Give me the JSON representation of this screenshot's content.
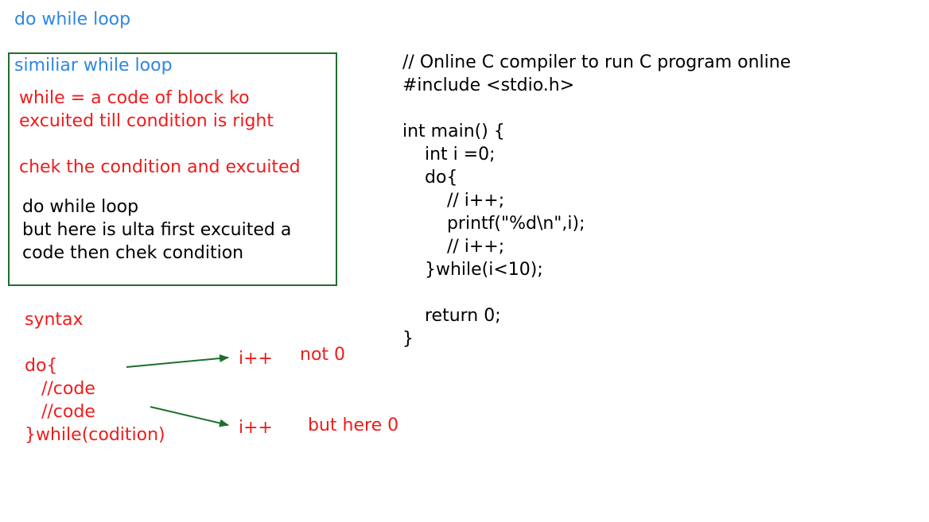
{
  "title": "do while loop",
  "box": {
    "title": "similiar while loop",
    "while_desc": [
      "while = a code of block ko",
      "excuited till condition is right"
    ],
    "check_text": "chek the condition and excuited",
    "do_while_desc": [
      "do while loop",
      "but here is ulta first excuited a",
      "code then chek condition"
    ]
  },
  "syntax": {
    "label": "syntax",
    "lines": [
      "do{",
      "   //code",
      "   //code",
      "}while(codition)"
    ]
  },
  "annotations": [
    {
      "op": "i++",
      "note": "not 0"
    },
    {
      "op": "i++",
      "note": "but here 0"
    }
  ],
  "code": {
    "lines": [
      "// Online C compiler to run C program online",
      "#include <stdio.h>",
      "",
      "int main() {",
      "    int i =0;",
      "    do{",
      "        // i++;",
      "        printf(\"%d\\n\",i);",
      "        // i++;",
      "    }while(i<10);",
      "",
      "    return 0;",
      "}"
    ]
  },
  "colors": {
    "heading_blue": "#2e86e6",
    "note_red": "#ee1c1c",
    "box_border_green": "#1e6e2e",
    "arrow_green": "#1e6e2e"
  }
}
